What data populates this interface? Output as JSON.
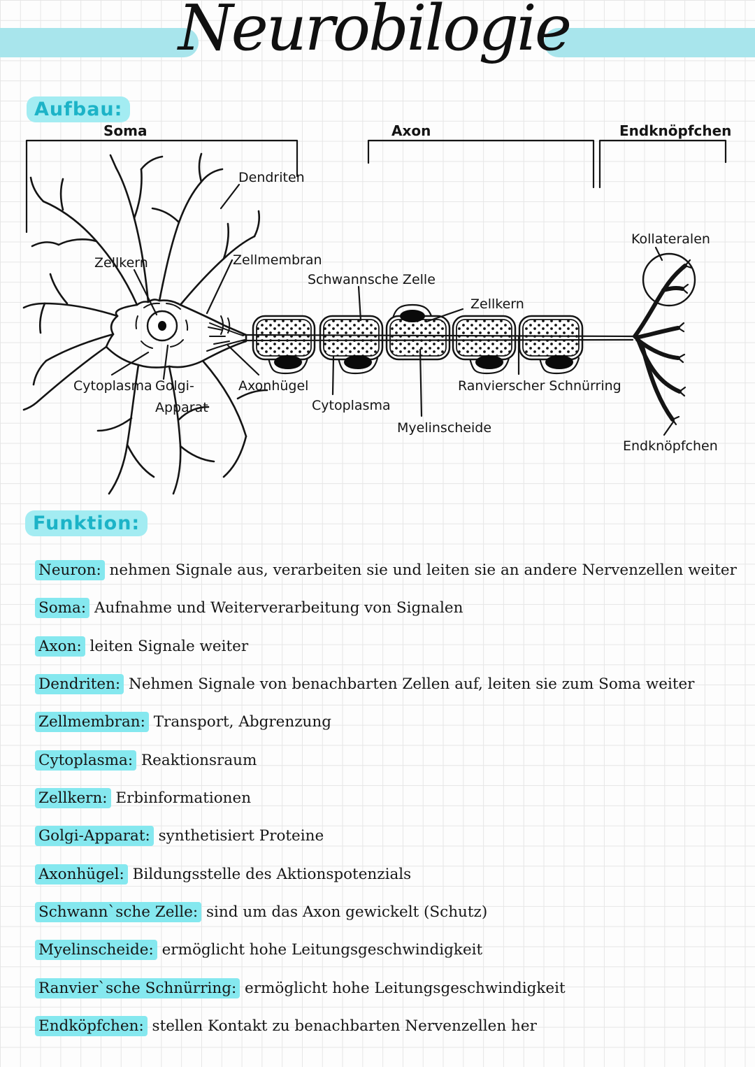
{
  "title": "Neurobilogie",
  "colors": {
    "highlight": "#85e8ef",
    "heading_text": "#1cb3c7",
    "heading_highlight": "#a3ecf2",
    "title_bar": "#a8e5ec",
    "ink": "#141414"
  },
  "sections": {
    "aufbau": "Aufbau:",
    "funktion": "Funktion:"
  },
  "diagram": {
    "brackets": {
      "soma": "Soma",
      "axon": "Axon",
      "endknoepfchen": "Endknöpfchen"
    },
    "labels": {
      "dendriten": "Dendriten",
      "zellkern_soma": "Zellkern",
      "zellmembran": "Zellmembran",
      "schwannsche_zelle": "Schwannsche Zelle",
      "zellkern_schwann": "Zellkern",
      "cytoplasma_soma": "Cytoplasma",
      "golgi_1": "Golgi-",
      "golgi_2": "Apparat",
      "axonhuegel": "Axonhügel",
      "cytoplasma_schwann": "Cytoplasma",
      "myelinscheide": "Myelinscheide",
      "ranvier": "Ranvierscher Schnürring",
      "kollateralen": "Kollateralen",
      "endknoepfchen_unten": "Endknöpfchen"
    }
  },
  "definitions": [
    {
      "term": "Neuron:",
      "text": " nehmen Signale aus, verarbeiten sie und leiten sie an andere Nervenzellen weiter"
    },
    {
      "term": "Soma:",
      "text": " Aufnahme und Weiterverarbeitung von Signalen"
    },
    {
      "term": "Axon:",
      "text": " leiten Signale weiter"
    },
    {
      "term": "Dendriten:",
      "text": " Nehmen Signale von benachbarten Zellen auf, leiten sie zum Soma weiter"
    },
    {
      "term": "Zellmembran:",
      "text": " Transport, Abgrenzung"
    },
    {
      "term": "Cytoplasma:",
      "text": " Reaktionsraum"
    },
    {
      "term": "Zellkern:",
      "text": " Erbinformationen"
    },
    {
      "term": "Golgi-Apparat:",
      "text": " synthetisiert Proteine"
    },
    {
      "term": "Axonhügel:",
      "text": " Bildungsstelle des Aktionspotenzials"
    },
    {
      "term": "Schwann`sche Zelle:",
      "text": " sind um das Axon gewickelt (Schutz)"
    },
    {
      "term": "Myelinscheide:",
      "text": " ermöglicht hohe Leitungsgeschwindigkeit"
    },
    {
      "term": "Ranvier`sche Schnürring:",
      "text": " ermöglicht hohe Leitungsgeschwindigkeit"
    },
    {
      "term": "Endköpfchen:",
      "text": " stellen Kontakt zu benachbarten Nervenzellen her"
    }
  ]
}
